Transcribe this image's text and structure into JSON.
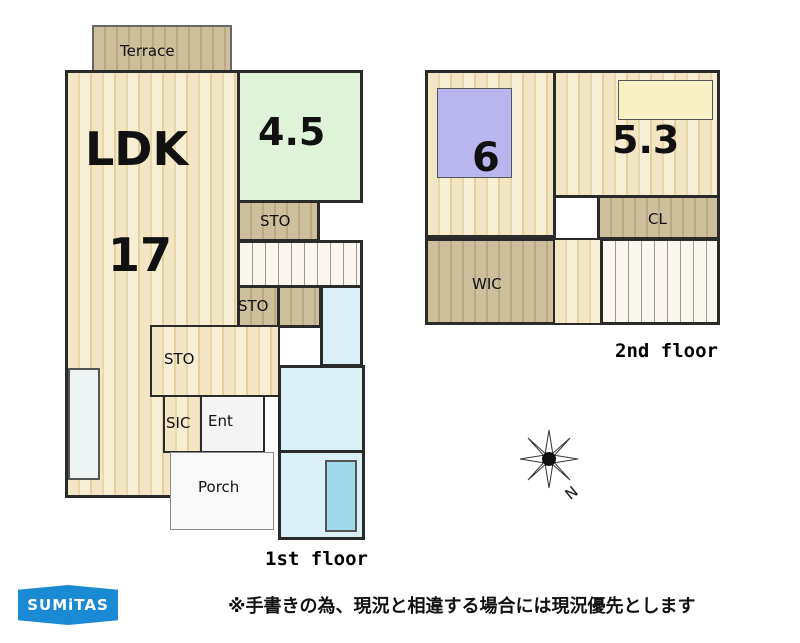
{
  "logo": {
    "text": "SUMiTAS",
    "color": "#1a8ad4"
  },
  "note": "※手書きの為、現況と相違する場合には現況優先とします",
  "first_floor": {
    "title": "1st floor",
    "rooms": {
      "terrace": "Terrace",
      "ldk": "LDK",
      "ldk_size": "17",
      "tatami": "4.5",
      "sto1": "STO",
      "sto2": "STO",
      "sto3": "STO",
      "sic": "SIC",
      "ent": "Ent",
      "porch": "Porch"
    }
  },
  "second_floor": {
    "title": "2nd floor",
    "rooms": {
      "room6": "6",
      "room53": "5.3",
      "cl": "CL",
      "wic": "WIC"
    }
  },
  "compass": {
    "label": "N"
  }
}
